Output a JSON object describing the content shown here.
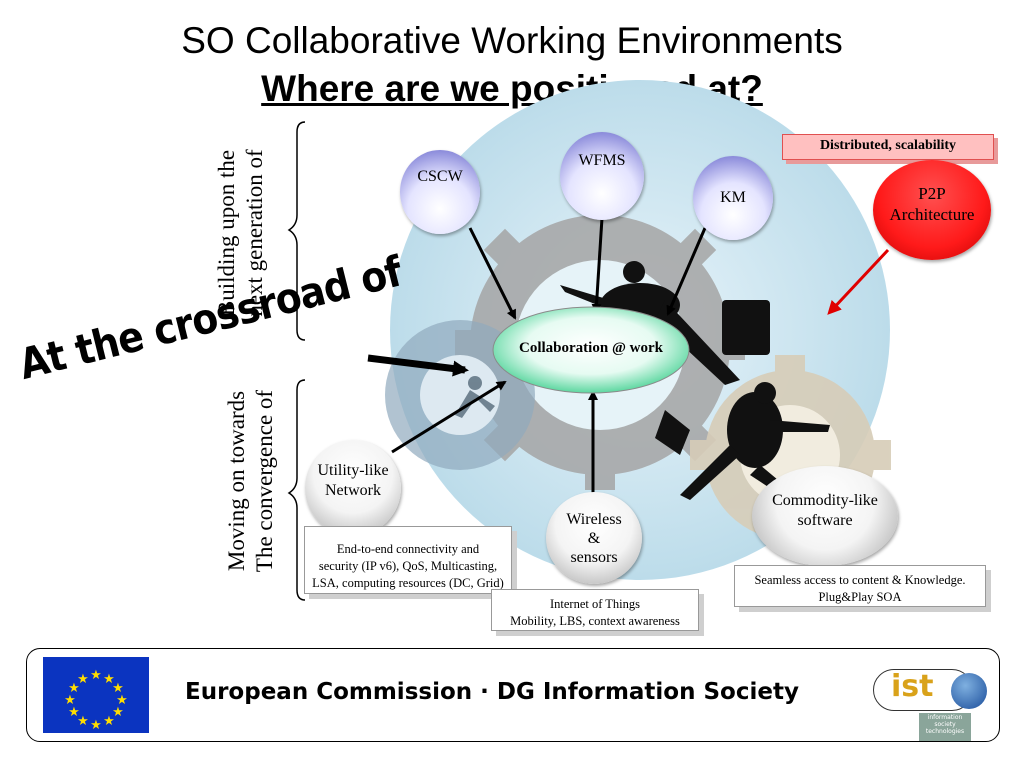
{
  "slide": {
    "title": "SO Collaborative Working Environments",
    "subtitle": "Where are we positioned at?"
  },
  "left_labels": {
    "upper_line1": "Building upon the",
    "upper_line2": "next generation of",
    "lower_line1": "Moving on towards",
    "lower_line2": "The convergence of"
  },
  "crossroad_text": "At the crossroad of",
  "center_node": "Collaboration @ work",
  "top_nodes": {
    "cscw": "CSCW",
    "wfms": "WFMS",
    "km": "KM"
  },
  "p2p": {
    "tag": "Distributed, scalability",
    "line1": "P2P",
    "line2": "Architecture"
  },
  "bottom_nodes": {
    "utility": {
      "line1": "Utility-like",
      "line2": "Network"
    },
    "wireless": {
      "line1": "Wireless",
      "line2": "&",
      "line3": "sensors"
    },
    "commodity": {
      "line1": "Commodity-like",
      "line2": "software"
    }
  },
  "info_boxes": {
    "utility": {
      "line1": "End-to-end connectivity and",
      "line2": "security (IP v6), QoS, Multicasting,",
      "line3": "LSA, computing resources (DC, Grid)"
    },
    "wireless": {
      "line1": "Internet of Things",
      "line2": "Mobility, LBS, context awareness"
    },
    "commodity": {
      "line1": "Seamless access to content & Knowledge.",
      "line2": "Plug&Play SOA"
    }
  },
  "footer": {
    "text": "European Commission · DG Information Society",
    "logo_word": "ist",
    "logo_caption_line1": "information",
    "logo_caption_line2": "society",
    "logo_caption_line3": "technologies"
  },
  "colors": {
    "eu_blue": "#0b34c0",
    "eu_star": "#ffdd00",
    "p2p_red": "#ff1a1a",
    "arrow_red": "#e00000",
    "center_green": "#3ecf8e"
  }
}
